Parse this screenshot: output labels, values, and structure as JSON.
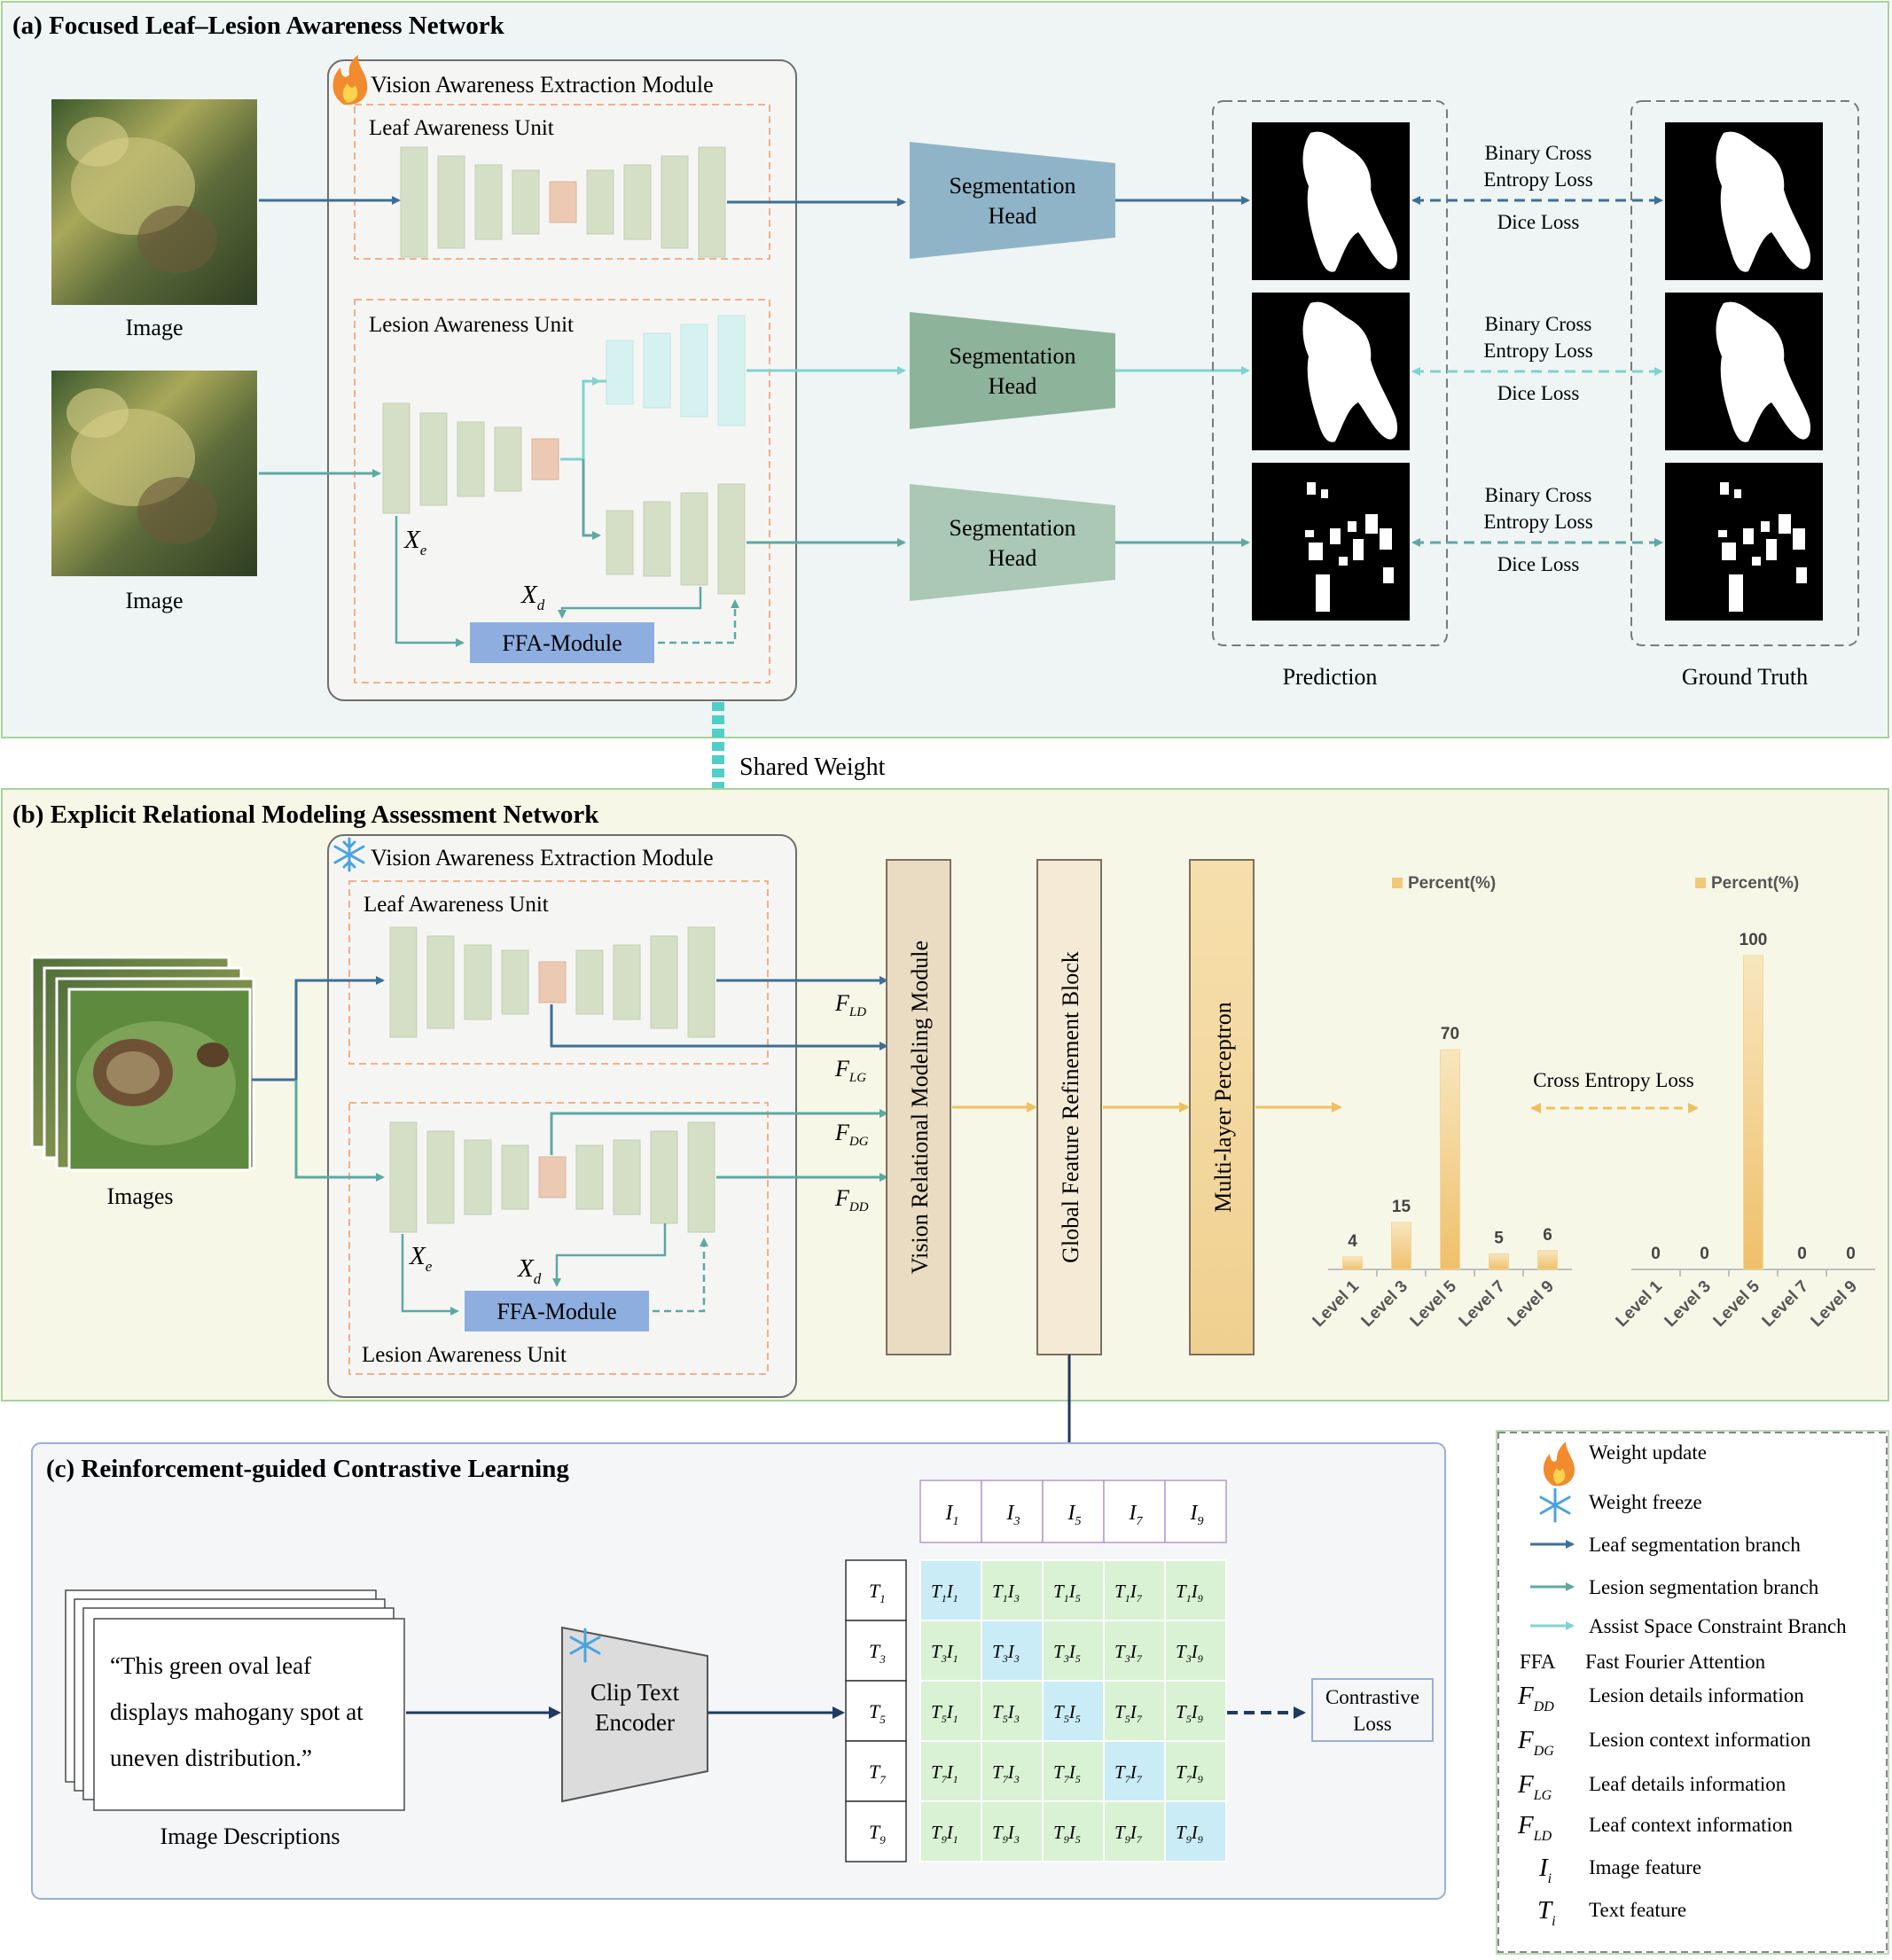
{
  "panel_a": {
    "title": "(a) Focused Leaf–Lesion Awareness Network",
    "module_title": "Vision Awareness Extraction Module",
    "leaf_unit": "Leaf Awareness Unit",
    "lesion_unit": "Lesion Awareness Unit",
    "image_label_1": "Image",
    "image_label_2": "Image",
    "xe": "X",
    "xe_sub": "e",
    "xd": "X",
    "xd_sub": "d",
    "ffa": "FFA-Module",
    "seg_head_l1": "Segmentation",
    "seg_head_l2": "Head",
    "loss_bce_1": "Binary Cross",
    "loss_bce_2": "Entropy Loss",
    "loss_dice": "Dice Loss",
    "prediction": "Prediction",
    "ground_truth": "Ground Truth"
  },
  "shared_weight": "Shared Weight",
  "panel_b": {
    "title": "(b) Explicit Relational Modeling Assessment Network",
    "module_title": "Vision Awareness Extraction Module",
    "leaf_unit": "Leaf Awareness Unit",
    "lesion_unit": "Lesion Awareness Unit",
    "images_label": "Images",
    "ffa": "FFA-Module",
    "xe": "X",
    "xe_sub": "e",
    "xd": "X",
    "xd_sub": "d",
    "f_ld": "F",
    "f_ld_sub": "LD",
    "f_lg": "F",
    "f_lg_sub": "LG",
    "f_dg": "F",
    "f_dg_sub": "DG",
    "f_dd": "F",
    "f_dd_sub": "DD",
    "vrm": "Vision Relational Modeling Module",
    "gfr": "Global Feature Refinement Block",
    "mlp": "Multi-layer Perceptron",
    "ce_loss": "Cross Entropy Loss"
  },
  "chart_data": [
    {
      "type": "bar",
      "legend": "Percent(%)",
      "categories": [
        "Level 1",
        "Level 3",
        "Level 5",
        "Level 7",
        "Level 9"
      ],
      "values": [
        4,
        15,
        70,
        5,
        6
      ],
      "color": "#f2c879"
    },
    {
      "type": "bar",
      "legend": "Percent(%)",
      "categories": [
        "Level 1",
        "Level 3",
        "Level 5",
        "Level 7",
        "Level 9"
      ],
      "values": [
        0,
        0,
        100,
        0,
        0
      ],
      "color": "#f2c879"
    }
  ],
  "panel_c": {
    "title": "(c) Reinforcement-guided Contrastive Learning",
    "desc_line1": "“This green oval leaf",
    "desc_line2": "displays mahogany spot at",
    "desc_line3": "uneven distribution.”",
    "desc_label": "Image Descriptions",
    "encoder_l1": "Clip Text",
    "encoder_l2": "Encoder",
    "contrastive_l1": "Contrastive",
    "contrastive_l2": "Loss",
    "image_features": [
      "1",
      "3",
      "5",
      "7",
      "9"
    ],
    "text_features": [
      "1",
      "3",
      "5",
      "7",
      "9"
    ]
  },
  "legend": {
    "items": [
      {
        "label": "Weight update",
        "icon": "fire-icon"
      },
      {
        "label": "Weight freeze",
        "icon": "snowflake-icon"
      },
      {
        "label": "Leaf segmentation branch",
        "color": "#3d6f96"
      },
      {
        "label": "Lesion segmentation branch",
        "color": "#5ea8a2"
      },
      {
        "label": "Assist Space Constraint Branch",
        "color": "#7fd3d1"
      }
    ],
    "ffa_abbr": "FFA",
    "ffa_full": "Fast Fourier Attention",
    "fdd": "Lesion details information",
    "fdg": "Lesion context information",
    "flg": "Leaf details information",
    "fld": "Leaf context information",
    "ii": "Image feature",
    "ti": "Text feature"
  },
  "colors": {
    "leaf_branch": "#3d6f96",
    "lesion_branch": "#5ea8a2",
    "assist_branch": "#7fd3d1",
    "ffa": "#8eaee0",
    "panel_a_bg": "#eef5f4",
    "panel_b_bg": "#f7f7e8",
    "navy": "#1f3a5f"
  }
}
